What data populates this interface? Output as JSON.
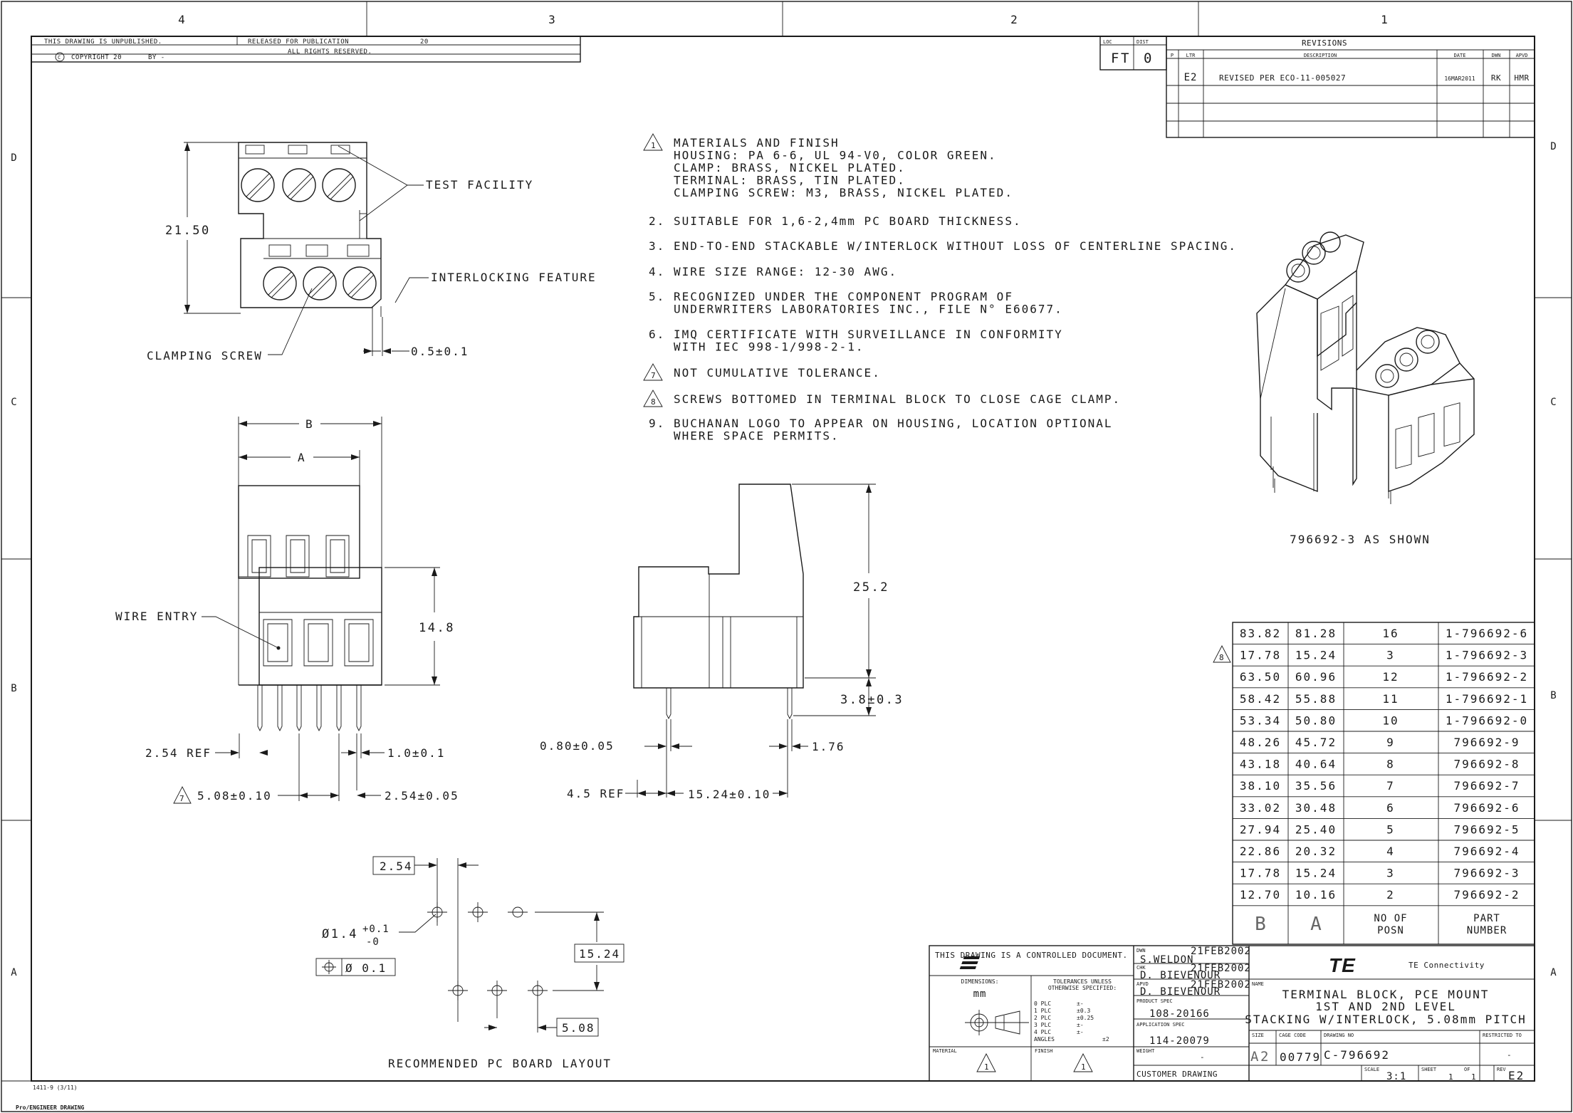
{
  "border": {
    "zones_top": [
      "4",
      "3",
      "2",
      "1"
    ],
    "zones_side": [
      "D",
      "C",
      "B",
      "A"
    ]
  },
  "header": {
    "unpublished": "THIS DRAWING IS UNPUBLISHED.",
    "released": "RELEASED FOR PUBLICATION",
    "year_a": "20",
    "copyright": "COPYRIGHT 20",
    "by": "BY -",
    "rights": "ALL RIGHTS RESERVED."
  },
  "loc_dist": {
    "loc_label": "LOC",
    "loc_value": "FT",
    "dist_label": "DIST",
    "dist_value": "0"
  },
  "revisions": {
    "title": "REVISIONS",
    "headers": [
      "P",
      "LTR",
      "DESCRIPTION",
      "DATE",
      "DWN",
      "APVD"
    ],
    "row": {
      "ltr": "E2",
      "description": "REVISED PER ECO-11-005027",
      "date": "16MAR2011",
      "dwn": "RK",
      "apvd": "HMR"
    }
  },
  "notes": [
    {
      "num": "1",
      "flag": true,
      "lines": [
        "MATERIALS AND FINISH",
        "HOUSING: PA 6-6, UL 94-V0, COLOR GREEN.",
        "CLAMP: BRASS, NICKEL PLATED.",
        "TERMINAL: BRASS, TIN PLATED.",
        "CLAMPING SCREW: M3, BRASS, NICKEL PLATED."
      ]
    },
    {
      "num": "2.",
      "flag": false,
      "lines": [
        "SUITABLE FOR 1,6-2,4mm PC BOARD THICKNESS."
      ]
    },
    {
      "num": "3.",
      "flag": false,
      "lines": [
        "END-TO-END STACKABLE W/INTERLOCK WITHOUT LOSS OF CENTERLINE SPACING."
      ]
    },
    {
      "num": "4.",
      "flag": false,
      "lines": [
        "WIRE SIZE RANGE: 12-30 AWG."
      ]
    },
    {
      "num": "5.",
      "flag": false,
      "lines": [
        "RECOGNIZED UNDER THE COMPONENT PROGRAM OF",
        "UNDERWRITERS LABORATORIES INC., FILE N° E60677."
      ]
    },
    {
      "num": "6.",
      "flag": false,
      "lines": [
        "IMQ CERTIFICATE WITH SURVEILLANCE IN CONFORMITY",
        "WITH IEC 998-1/998-2-1."
      ]
    },
    {
      "num": "7",
      "flag": true,
      "lines": [
        "NOT CUMULATIVE TOLERANCE."
      ]
    },
    {
      "num": "8",
      "flag": true,
      "lines": [
        "SCREWS BOTTOMED IN TERMINAL BLOCK TO CLOSE CAGE CLAMP."
      ]
    },
    {
      "num": "9.",
      "flag": false,
      "lines": [
        "BUCHANAN LOGO TO APPEAR ON HOUSING, LOCATION OPTIONAL",
        "WHERE SPACE PERMITS."
      ]
    }
  ],
  "top_view": {
    "height_dim": "21.50",
    "test_facility": "TEST FACILITY",
    "interlocking": "INTERLOCKING FEATURE",
    "clamping_screw": "CLAMPING SCREW",
    "offset_dim": "0.5±0.1"
  },
  "front_view": {
    "dim_b": "B",
    "dim_a": "A",
    "height": "14.8",
    "wire_entry": "WIRE ENTRY",
    "ref_254": "2.54 REF",
    "pin_width": "1.0±0.1",
    "pitch_flag": "7",
    "pitch": "5.08±0.10",
    "pin_pitch": "2.54±0.05"
  },
  "side_view": {
    "height": "25.2",
    "pin_len": "3.8±0.3",
    "pin_thk": "0.80±0.05",
    "right_dim": "1.76",
    "ref_45": "4.5 REF",
    "span": "15.24±0.10"
  },
  "iso_view": {
    "caption": "796692-3 AS SHOWN"
  },
  "pcb_layout": {
    "box_254": "2.54",
    "hole": "Ø1.4",
    "tol_plus": "+0.1",
    "tol_minus": "-0",
    "position_tol": "Ø 0.1",
    "dim_1524": "15.24",
    "dim_508": "5.08",
    "caption": "RECOMMENDED PC BOARD LAYOUT"
  },
  "parts_table": {
    "flag_row": "8",
    "rows": [
      [
        "83.82",
        "81.28",
        "16",
        "1-796692-6"
      ],
      [
        "17.78",
        "15.24",
        "3",
        "1-796692-3"
      ],
      [
        "63.50",
        "60.96",
        "12",
        "1-796692-2"
      ],
      [
        "58.42",
        "55.88",
        "11",
        "1-796692-1"
      ],
      [
        "53.34",
        "50.80",
        "10",
        "1-796692-0"
      ],
      [
        "48.26",
        "45.72",
        "9",
        "796692-9"
      ],
      [
        "43.18",
        "40.64",
        "8",
        "796692-8"
      ],
      [
        "38.10",
        "35.56",
        "7",
        "796692-7"
      ],
      [
        "33.02",
        "30.48",
        "6",
        "796692-6"
      ],
      [
        "27.94",
        "25.40",
        "5",
        "796692-5"
      ],
      [
        "22.86",
        "20.32",
        "4",
        "796692-4"
      ],
      [
        "17.78",
        "15.24",
        "3",
        "796692-3"
      ],
      [
        "12.70",
        "10.16",
        "2",
        "796692-2"
      ]
    ],
    "headers": [
      "B",
      "A",
      "NO OF",
      "POSN",
      "PART",
      "NUMBER"
    ]
  },
  "title_block": {
    "controlled": "THIS DRAWING IS A CONTROLLED DOCUMENT.",
    "dimensions_label": "DIMENSIONS:",
    "dimensions_unit": "mm",
    "tolerances_1": "TOLERANCES UNLESS",
    "tolerances_2": "OTHERWISE SPECIFIED:",
    "tol_rows": [
      [
        "0 PLC",
        "±-"
      ],
      [
        "1 PLC",
        "±0.3"
      ],
      [
        "2 PLC",
        "±0.25"
      ],
      [
        "3 PLC",
        "±-"
      ],
      [
        "4 PLC",
        "±-"
      ],
      [
        "ANGLES",
        "±2"
      ]
    ],
    "material_label": "MATERIAL",
    "finish_label": "FINISH",
    "dwn_label": "DWN",
    "dwn_name": "S.WELDON",
    "dwn_date": "21FEB2002",
    "chk_label": "CHK",
    "chk_name": "D. BIEVENOUR",
    "chk_date": "21FEB2002",
    "apvd_label": "APVD",
    "apvd_name": "D. BIEVENOUR",
    "apvd_date": "21FEB2002",
    "product_spec_label": "PRODUCT SPEC",
    "product_spec": "108-20166",
    "app_spec_label": "APPLICATION SPEC",
    "app_spec": "114-20079",
    "weight_label": "WEIGHT",
    "weight": "-",
    "customer": "CUSTOMER DRAWING",
    "logo": "TE",
    "company": "TE Connectivity",
    "name_label": "NAME",
    "title_lines": [
      "TERMINAL BLOCK, PCE MOUNT",
      "1ST AND 2ND LEVEL",
      "STACKING W/INTERLOCK, 5.08mm PITCH"
    ],
    "size_label": "SIZE",
    "size": "A2",
    "cage_label": "CAGE CODE",
    "cage": "00779",
    "dwg_label": "DRAWING NO",
    "dwg": "C-796692",
    "restricted_label": "RESTRICTED TO",
    "restricted": "-",
    "scale_label": "SCALE",
    "scale": "3:1",
    "sheet_label": "SHEET",
    "sheet": "1",
    "of_label": "OF",
    "of": "1",
    "rev_label": "REV",
    "rev": "E2"
  },
  "footer": {
    "form": "1411-9 (3/11)",
    "software": "Pro/ENGINEER DRAWING"
  }
}
